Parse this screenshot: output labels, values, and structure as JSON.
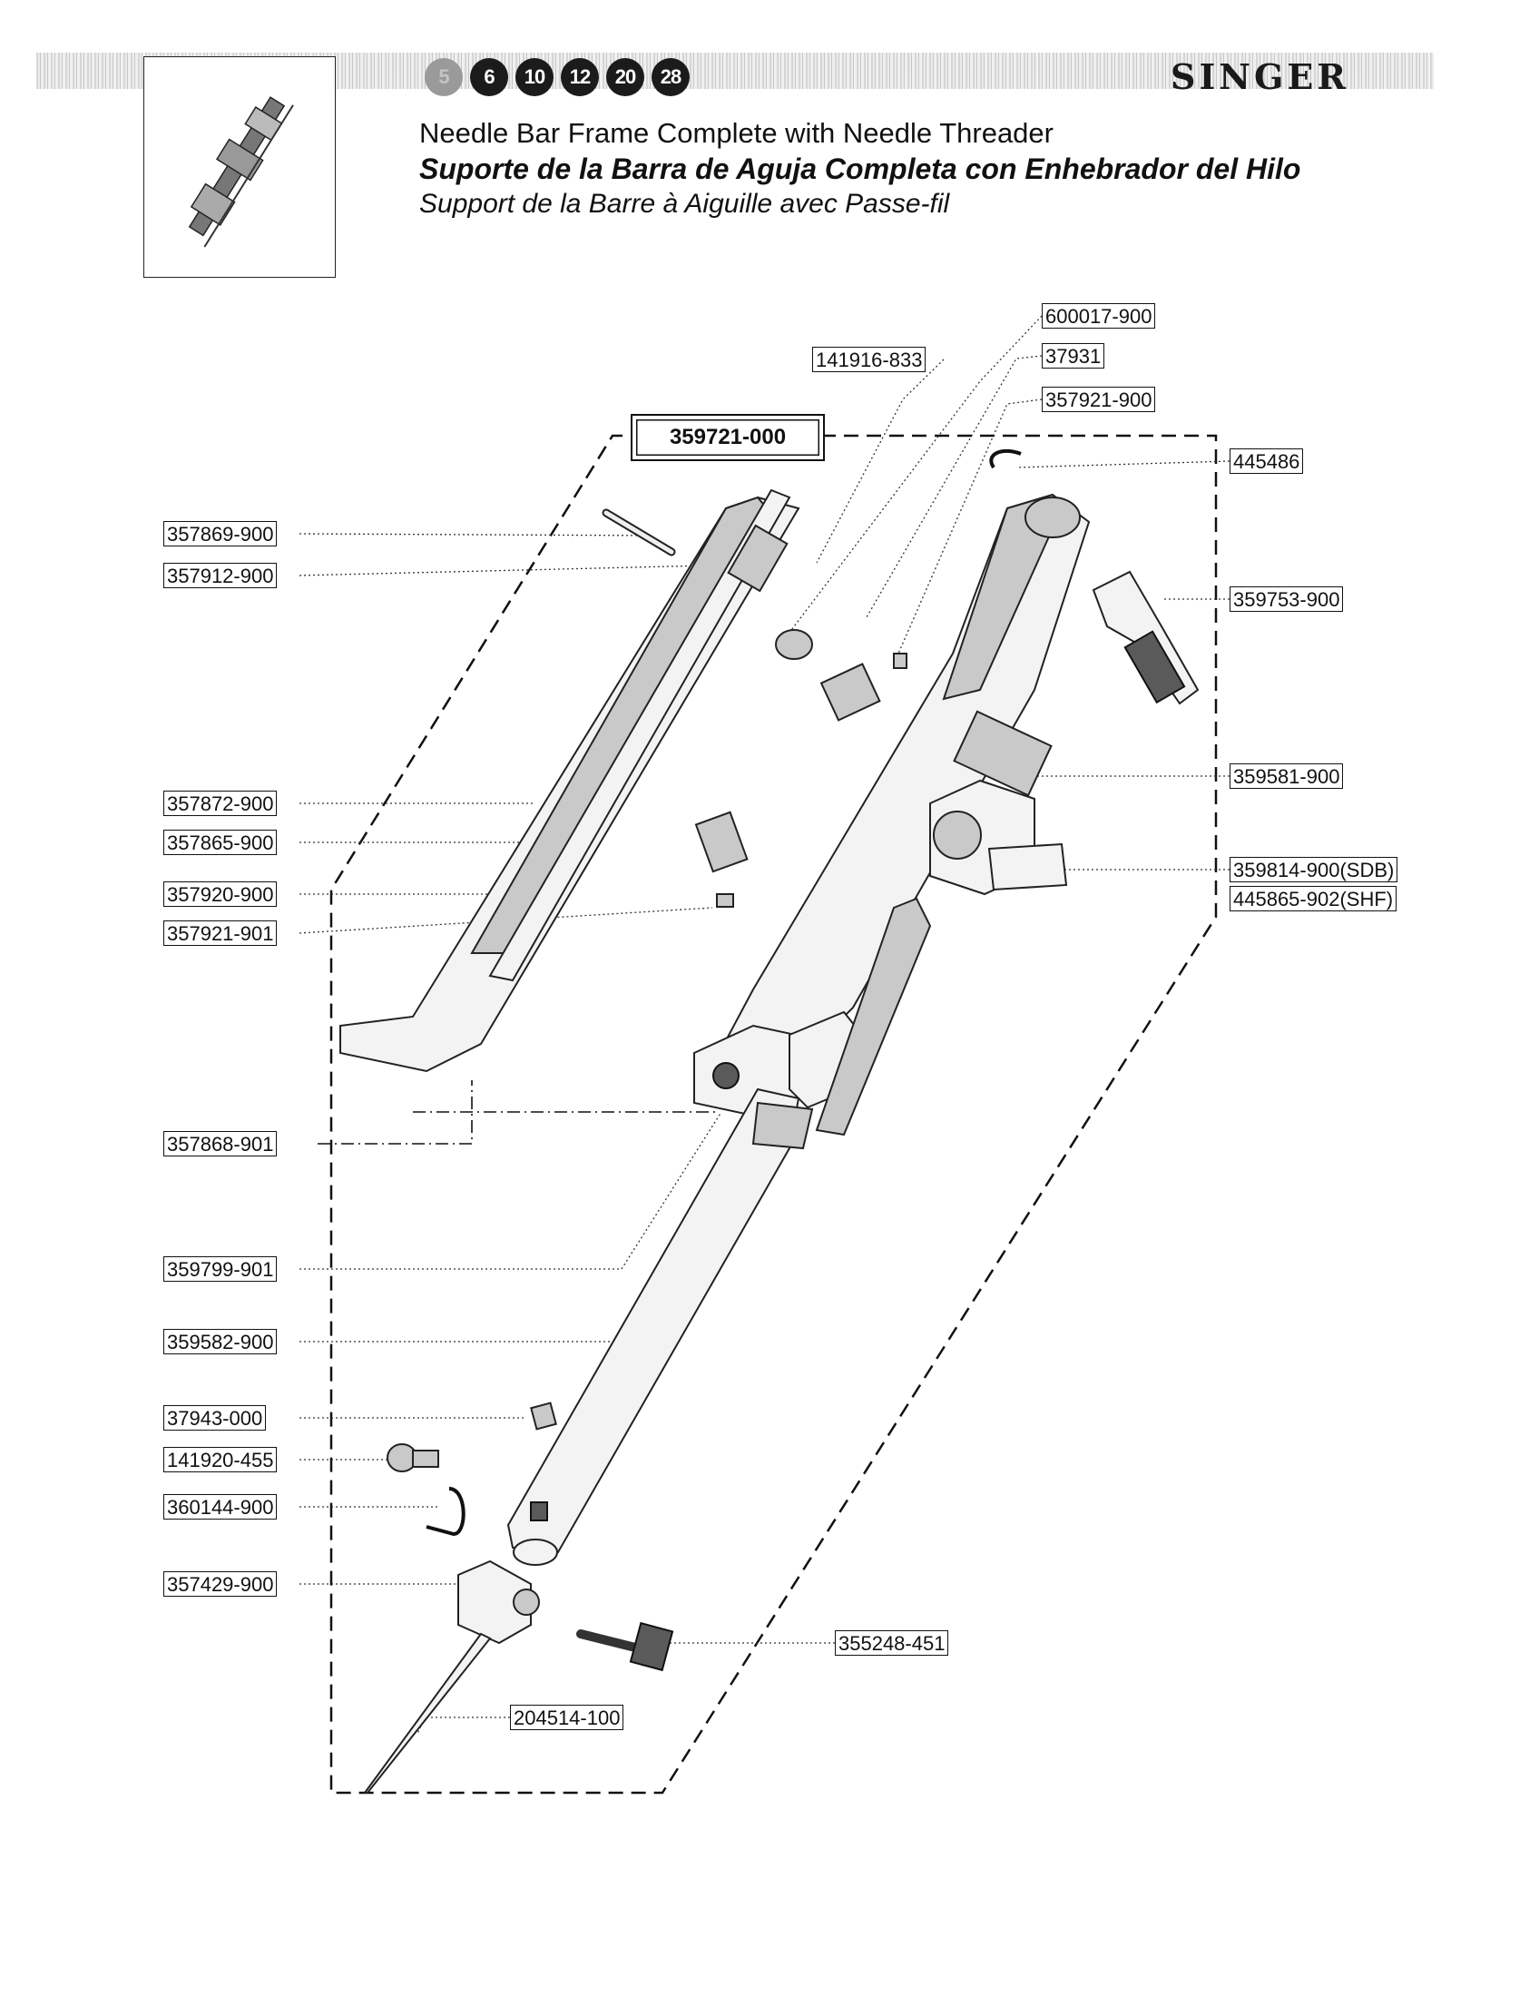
{
  "header": {
    "brand": "SINGER",
    "model_badges": [
      "5",
      "6",
      "10",
      "12",
      "20",
      "28"
    ],
    "title_en": "Needle Bar Frame Complete with Needle Threader",
    "title_es": "Suporte de la Barra de Aguja Completa con Enhebrador del Hilo",
    "title_fr": "Support de la Barre à Aiguille avec Passe-fil"
  },
  "assembly": {
    "part_number": "359721-000"
  },
  "parts": {
    "p600017": "600017-900",
    "p141916": "141916-833",
    "p37931": "37931",
    "p357921_900": "357921-900",
    "p445486": "445486",
    "p357869": "357869-900",
    "p357912": "357912-900",
    "p359753": "359753-900",
    "p359581": "359581-900",
    "p357872": "357872-900",
    "p357865": "357865-900",
    "p359814": "359814-900(SDB)",
    "p445865": "445865-902(SHF)",
    "p357920": "357920-900",
    "p357921_901": "357921-901",
    "p357868": "357868-901",
    "p359799": "359799-901",
    "p359582": "359582-900",
    "p37943": "37943-000",
    "p141920": "141920-455",
    "p360144": "360144-900",
    "p357429": "357429-900",
    "p355248": "355248-451",
    "p204514": "204514-100"
  }
}
